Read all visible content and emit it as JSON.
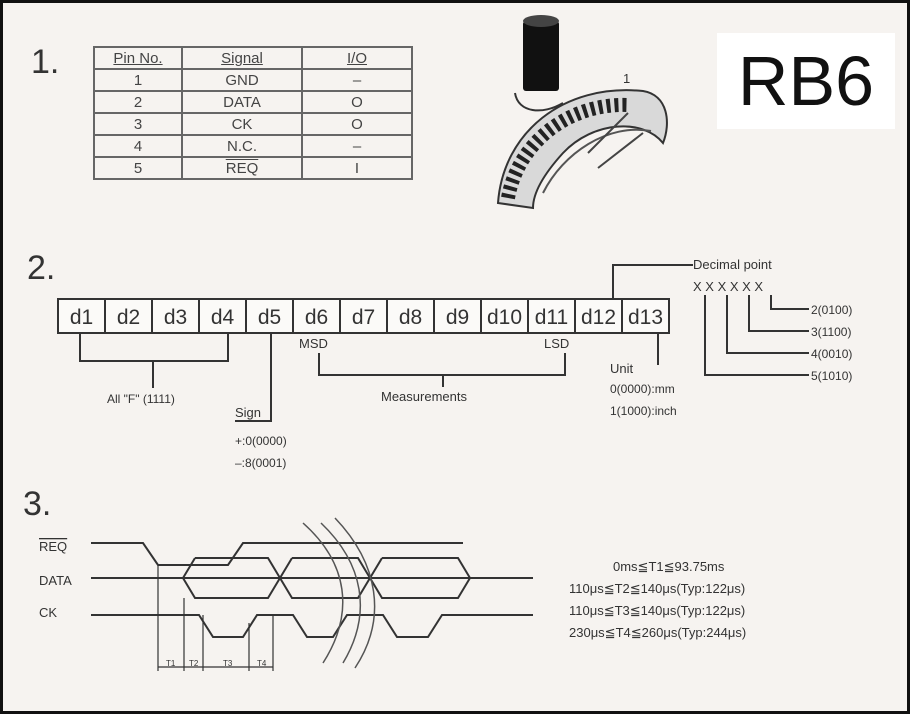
{
  "model": "RB6",
  "section1": {
    "number": "1.",
    "headers": [
      "Pin No.",
      "Signal",
      "I/O"
    ],
    "rows": [
      {
        "pin": "1",
        "signal": "GND",
        "io": "–"
      },
      {
        "pin": "2",
        "signal": "DATA",
        "io": "O"
      },
      {
        "pin": "3",
        "signal": "CK",
        "io": "O"
      },
      {
        "pin": "4",
        "signal": "N.C.",
        "io": "–"
      },
      {
        "pin": "5",
        "signal": "REQ",
        "io": "I"
      }
    ],
    "marker": "1"
  },
  "section2": {
    "number": "2.",
    "digits": [
      "d1",
      "d2",
      "d3",
      "d4",
      "d5",
      "d6",
      "d7",
      "d8",
      "d9",
      "d10",
      "d11",
      "d12",
      "d13"
    ],
    "all_f": "All \"F\" (1111)",
    "sign": {
      "label": "Sign",
      "values": [
        "+:0(0000)",
        "–:8(0001)"
      ]
    },
    "msd": "MSD",
    "lsd": "LSD",
    "measurements": "Measurements",
    "unit": {
      "label": "Unit",
      "values": [
        "0(0000):mm",
        "1(1000):inch"
      ]
    },
    "decimal_point": {
      "label": "Decimal point",
      "pattern": "X X X X X X",
      "options": [
        "2(0100)",
        "3(1100)",
        "4(0010)",
        "5(1010)"
      ]
    }
  },
  "section3": {
    "number": "3.",
    "signals": [
      "REQ",
      "DATA",
      "CK"
    ],
    "markers": [
      "T1",
      "T2",
      "T3",
      "T4"
    ],
    "specs": [
      "0ms≦T1≦93.75ms",
      "110μs≦T2≦140μs(Typ:122μs)",
      "110μs≦T3≦140μs(Typ:122μs)",
      "230μs≦T4≦260μs(Typ:244μs)"
    ]
  }
}
